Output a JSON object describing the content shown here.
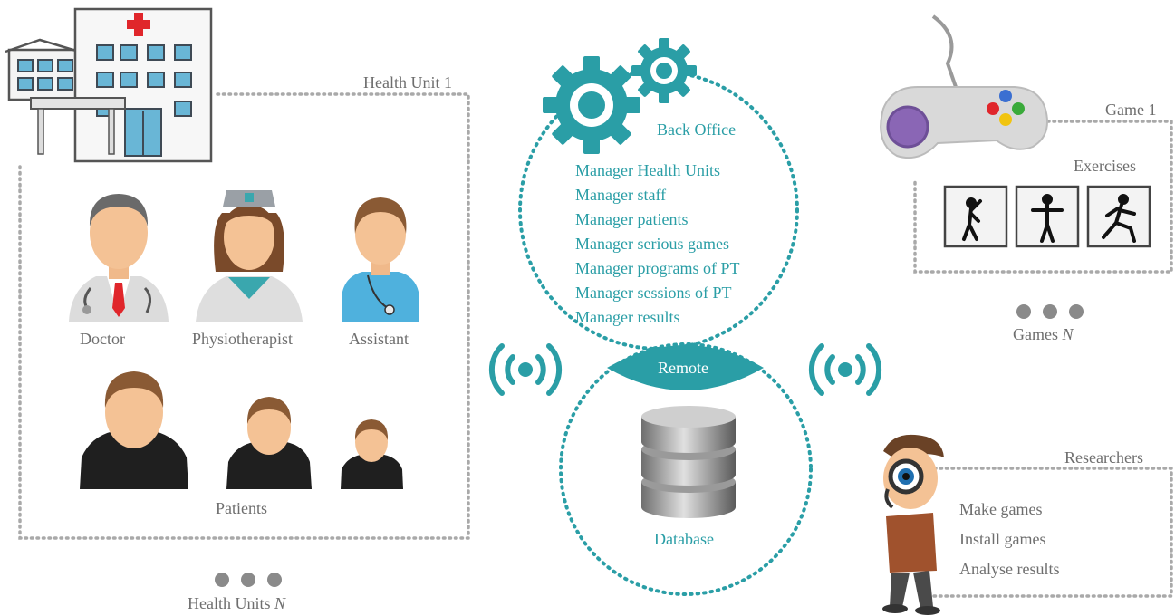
{
  "health_unit": {
    "title": "Health Unit 1",
    "roles": [
      "Doctor",
      "Physiotherapist",
      "Assistant"
    ],
    "patients_label": "Patients",
    "more_label": "Health Units",
    "more_suffix": "N"
  },
  "back_office": {
    "title": "Back Office",
    "items": [
      "Manager Health Units",
      "Manager staff",
      "Manager patients",
      "Manager serious games",
      "Manager programs of PT",
      "Manager sessions of PT",
      "Manager results"
    ],
    "remote_label": "Remote",
    "database_label": "Database"
  },
  "games": {
    "title": "Game 1",
    "exercises_label": "Exercises",
    "more_label": "Games",
    "more_suffix": "N"
  },
  "researchers": {
    "title": "Researchers",
    "items": [
      "Make games",
      "Install games",
      "Analyse results"
    ]
  },
  "colors": {
    "accent": "#2a9ea6",
    "dotted_border": "#a9a9a9",
    "text": "#6e6e6e"
  }
}
